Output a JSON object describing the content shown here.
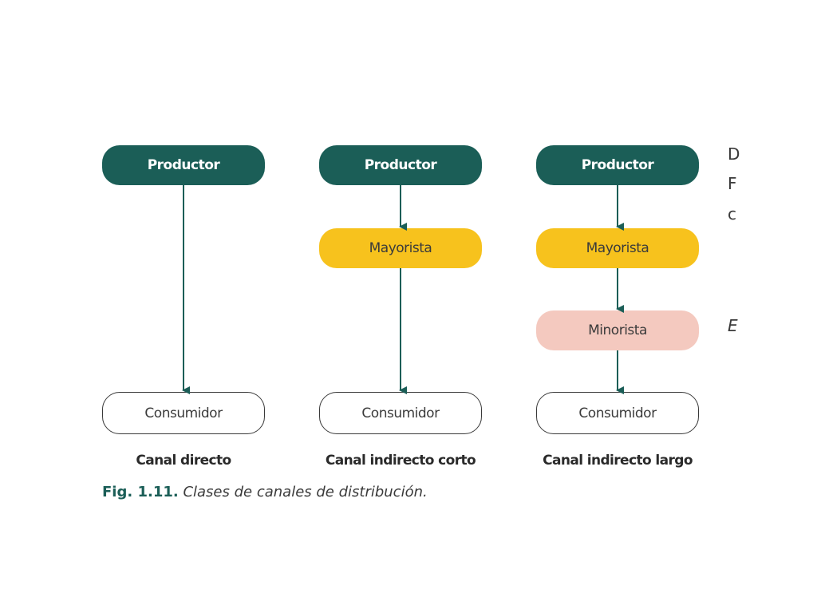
{
  "diagram": {
    "channels": [
      {
        "label": "Canal directo",
        "nodes": [
          {
            "type": "productor",
            "text": "Productor"
          },
          {
            "type": "consumidor",
            "text": "Consumidor"
          }
        ]
      },
      {
        "label": "Canal indirecto corto",
        "nodes": [
          {
            "type": "productor",
            "text": "Productor"
          },
          {
            "type": "mayorista",
            "text": "Mayorista"
          },
          {
            "type": "consumidor",
            "text": "Consumidor"
          }
        ]
      },
      {
        "label": "Canal indirecto largo",
        "nodes": [
          {
            "type": "productor",
            "text": "Productor"
          },
          {
            "type": "mayorista",
            "text": "Mayorista"
          },
          {
            "type": "minorista",
            "text": "Minorista"
          },
          {
            "type": "consumidor",
            "text": "Consumidor"
          }
        ]
      }
    ],
    "caption": {
      "number": "Fig. 1.11.",
      "text": "Clases de canales de distribución."
    },
    "colors": {
      "productor": "#1b5e57",
      "mayorista": "#f7c21d",
      "minorista": "#f4c9bf",
      "arrow": "#1b5e57"
    }
  },
  "cutoff_text": [
    "D",
    "F",
    "c",
    "E"
  ]
}
